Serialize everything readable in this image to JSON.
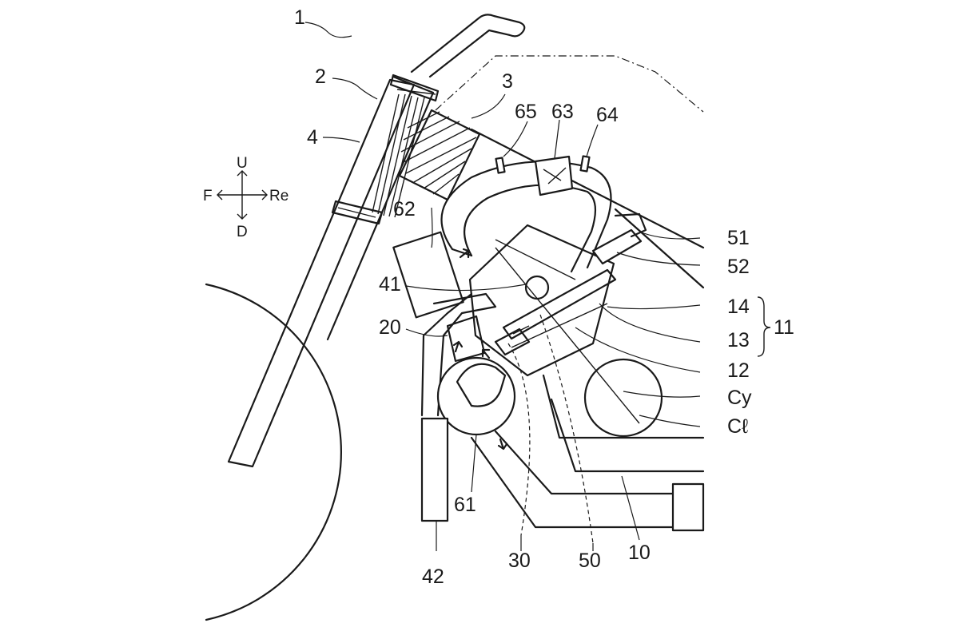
{
  "labels": {
    "l1": "1",
    "l2": "2",
    "l3": "3",
    "l4": "4",
    "l10": "10",
    "l11": "11",
    "l12": "12",
    "l13": "13",
    "l14": "14",
    "l20": "20",
    "l30": "30",
    "l41": "41",
    "l42": "42",
    "l50": "50",
    "l51": "51",
    "l52": "52",
    "l61": "61",
    "l62": "62",
    "l63": "63",
    "l64": "64",
    "l65": "65",
    "lCy": "Cy",
    "lCl": "Cℓ"
  },
  "directions": {
    "up": "U",
    "down": "D",
    "front": "F",
    "rear": "Re"
  },
  "colors": {
    "ink": "#1a1a1a",
    "paper": "#ffffff"
  }
}
